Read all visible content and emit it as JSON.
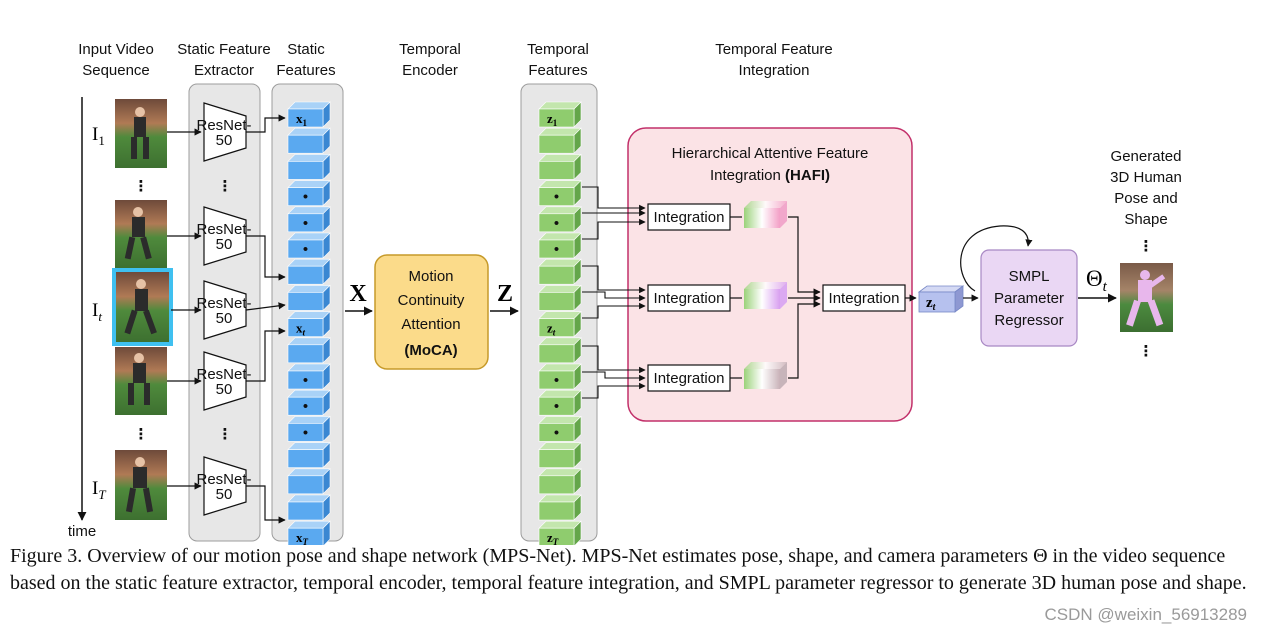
{
  "headers": {
    "input_video": [
      "Input Video",
      "Sequence"
    ],
    "static_extractor": [
      "Static Feature",
      "Extractor"
    ],
    "static_features": [
      "Static",
      "Features"
    ],
    "temporal_encoder": [
      "Temporal",
      "Encoder"
    ],
    "temporal_features": [
      "Temporal",
      "Features"
    ],
    "temporal_integration": [
      "Temporal Feature",
      "Integration"
    ],
    "generated": [
      "Generated",
      "3D Human",
      "Pose and",
      "Shape"
    ]
  },
  "frames": {
    "label_first": "I",
    "sub_first": "1",
    "label_mid": "I",
    "sub_mid": "t",
    "label_last": "I",
    "sub_last": "T",
    "time_label": "time",
    "dots": "⋮"
  },
  "resnet": {
    "line1": "ResNet-",
    "line2": "50"
  },
  "static_vec": {
    "first": "x",
    "first_sub": "1",
    "mid": "x",
    "mid_sub": "t",
    "last": "x",
    "last_sub": "T",
    "dot": "•"
  },
  "temporal_vec": {
    "first": "z",
    "first_sub": "1",
    "mid": "z",
    "mid_sub": "t",
    "last": "z",
    "last_sub": "T",
    "dot": "•"
  },
  "big_x": "X",
  "big_z": "Z",
  "moca": {
    "line1": "Motion",
    "line2": "Continuity",
    "line3": "Attention",
    "line4": "(MoCA)"
  },
  "hafi": {
    "title1": "Hierarchical Attentive Feature",
    "title2_prefix": "Integration ",
    "title2_bold": "(HAFI)"
  },
  "integration_label": "Integration",
  "zt_out": {
    "text": "z",
    "sub": "t"
  },
  "smpl": {
    "line1": "SMPL",
    "line2": "Parameter",
    "line3": "Regressor"
  },
  "theta": {
    "text": "Θ",
    "sub": "t"
  },
  "colors": {
    "blue_front": "#5aa9f0",
    "blue_top": "#a9d2f7",
    "blue_side": "#3a87d2",
    "green_front": "#8fcc6e",
    "green_top": "#c3e6ad",
    "green_side": "#64a64a",
    "moca_fill": "#fbdb8a",
    "moca_stroke": "#c69a2a",
    "hafi_fill": "#fbe3e6",
    "hafi_stroke": "#c2306a",
    "smpl_fill": "#ead7f4",
    "smpl_stroke": "#a888c4",
    "highlight": "#3fc0f0"
  },
  "caption": "Figure 3.  Overview of our motion pose and shape network (MPS-Net).  MPS-Net estimates pose, shape, and camera parameters Θ in the video sequence based on the static feature extractor, temporal encoder, temporal feature integration, and SMPL parameter regressor to generate 3D human pose and shape.",
  "watermark": "CSDN @weixin_56913289"
}
